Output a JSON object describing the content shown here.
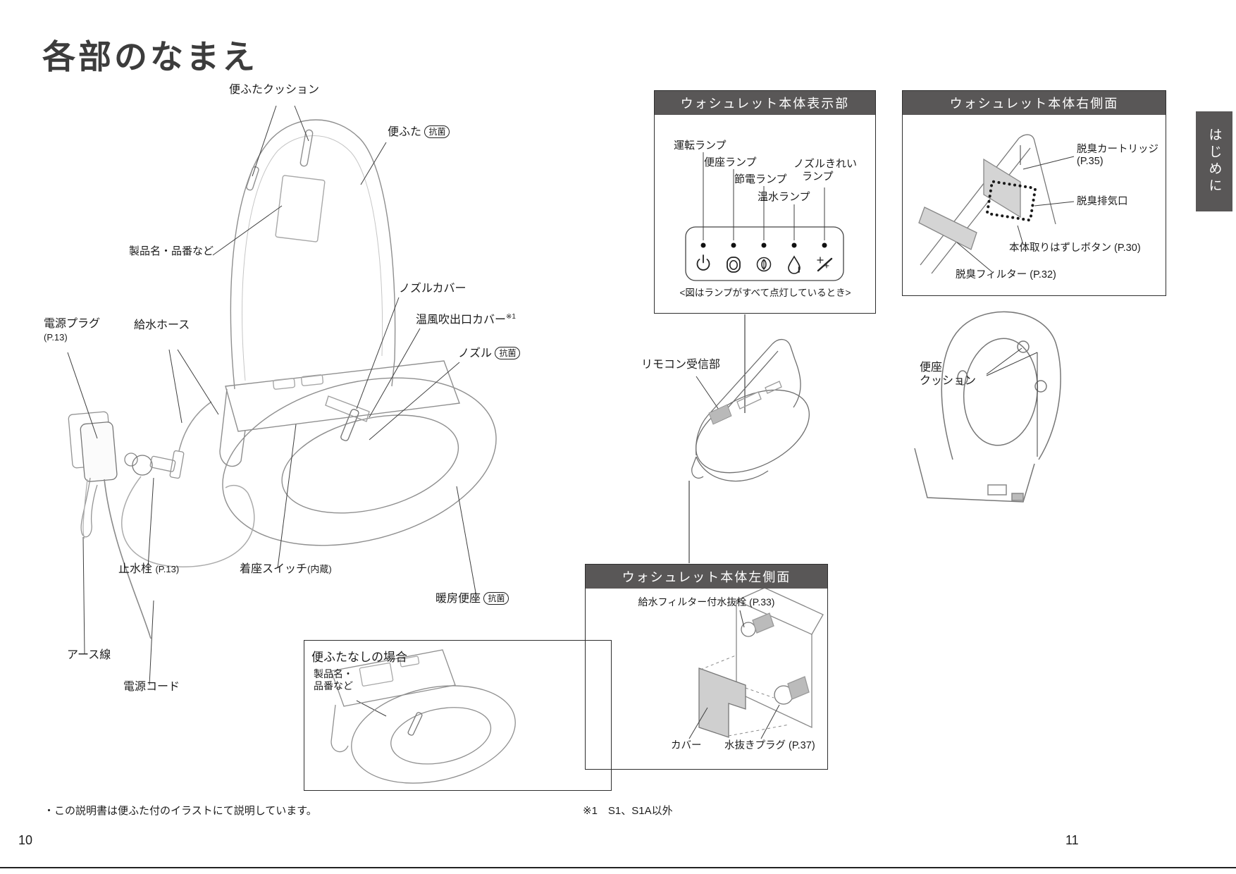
{
  "page": {
    "title": "各部のなまえ",
    "side_tab": "はじめに",
    "footer_note": "・この説明書は便ふた付のイラストにて説明しています。",
    "footnote": "※1　S1、S1A以外",
    "page_number_left": "10",
    "page_number_right": "11"
  },
  "badge": {
    "antibacterial": "抗菌"
  },
  "main_diagram": {
    "lid_cushion": "便ふたクッション",
    "lid": "便ふた",
    "product_label": "製品名・品番など",
    "nozzle_cover": "ノズルカバー",
    "warm_air_outlet_cover": "温風吹出口カバー",
    "warm_air_ref_mark": "※1",
    "nozzle": "ノズル",
    "power_plug": "電源プラグ",
    "power_plug_ref": "(P.13)",
    "water_supply_hose": "給水ホース",
    "shutoff_valve": "止水栓",
    "shutoff_valve_ref": "(P.13)",
    "seat_switch": "着座スイッチ",
    "seat_switch_note": "(内蔵)",
    "heated_seat": "暖房便座",
    "earth_wire": "アース線",
    "power_cord": "電源コード"
  },
  "no_lid_box": {
    "title": "便ふたなしの場合",
    "product_label_line1": "製品名・",
    "product_label_line2": "品番など"
  },
  "display_box": {
    "title": "ウォシュレット本体表示部",
    "lamp_operation": "運転ランプ",
    "lamp_seat": "便座ランプ",
    "lamp_energy_save": "節電ランプ",
    "lamp_warm_water": "温水ランプ",
    "lamp_nozzle_clean_line1": "ノズルきれい",
    "lamp_nozzle_clean_line2": "ランプ",
    "caption": "<図はランプがすべて点灯しているとき>"
  },
  "remote_receiver_label": "リモコン受信部",
  "right_side_box": {
    "title": "ウォシュレット本体右側面",
    "deodorant_cartridge": "脱臭カートリッジ",
    "deodorant_cartridge_ref": "(P.35)",
    "deodorant_exhaust": "脱臭排気口",
    "body_release_button": "本体取りはずしボタン (P.30)",
    "deodorant_filter": "脱臭フィルター (P.32)"
  },
  "seat_cushion": {
    "line1": "便座",
    "line2": "クッション"
  },
  "left_side_box": {
    "title": "ウォシュレット本体左側面",
    "water_drain_valve": "給水フィルター付水抜栓 (P.33)",
    "cover": "カバー",
    "drain_plug": "水抜きプラグ (P.37)"
  }
}
